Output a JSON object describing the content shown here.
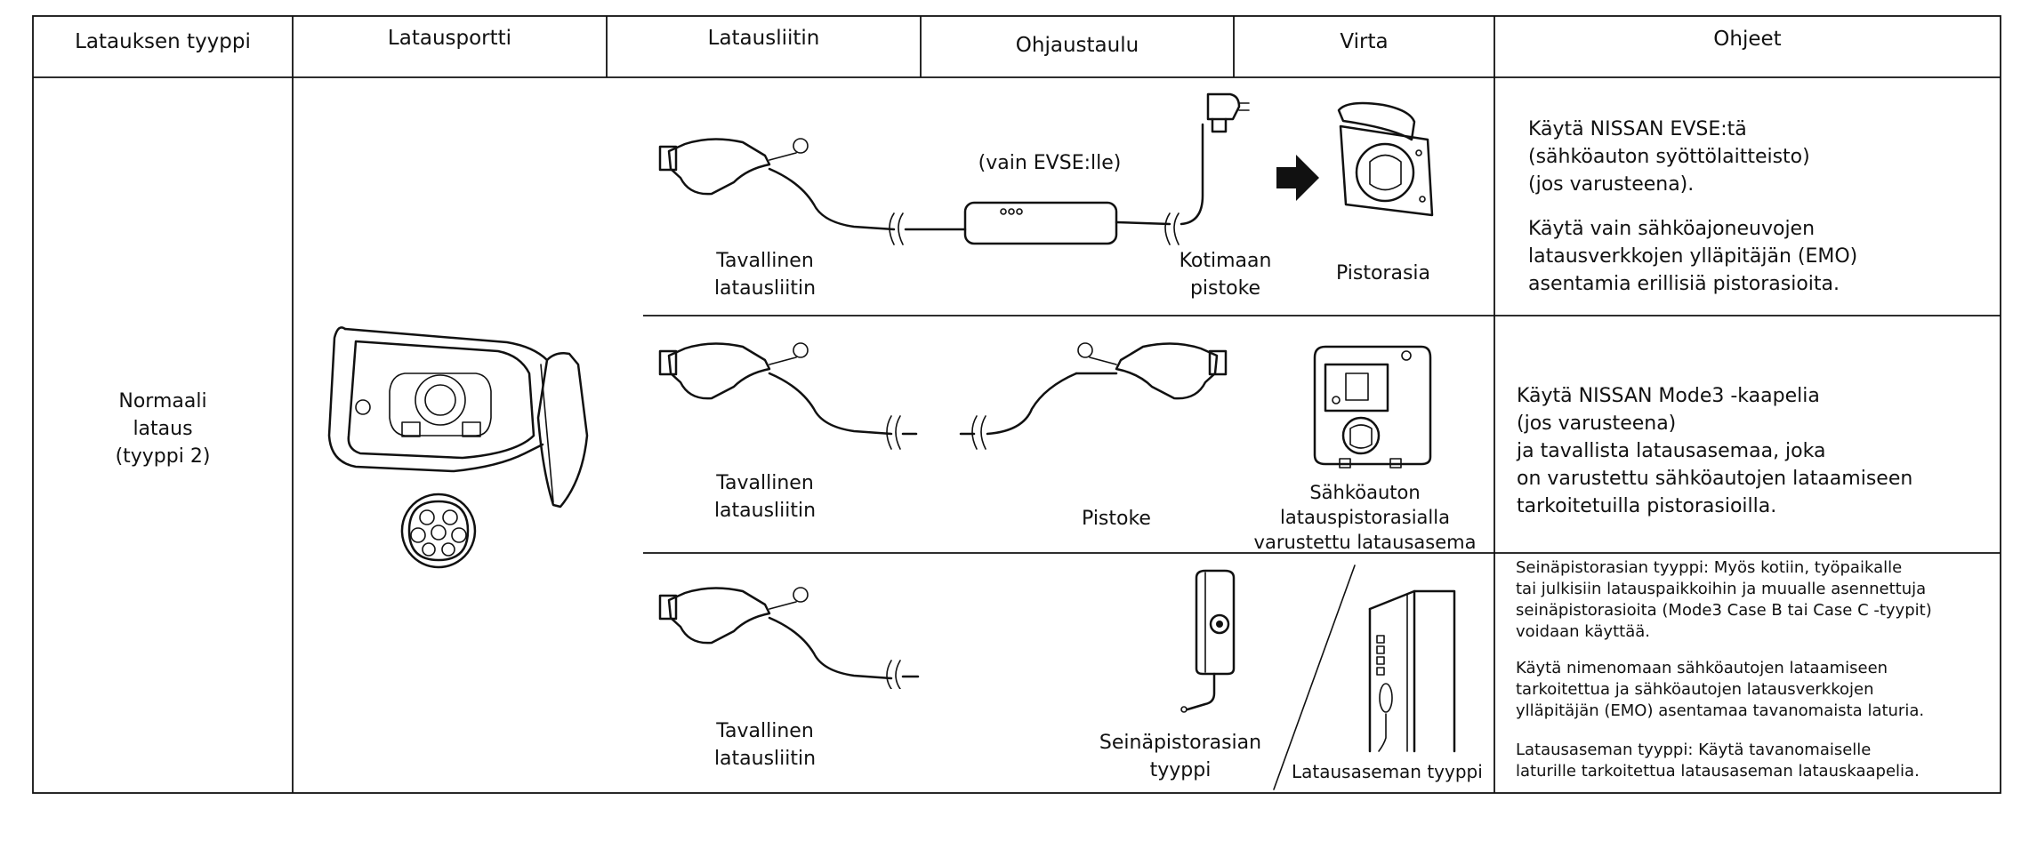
{
  "headers": {
    "type": "Latauksen tyyppi",
    "port": "Latausportti",
    "connector": "Latausliitin",
    "control_box": "Ohjaustaulu",
    "power": "Virta",
    "instructions": "Ohjeet"
  },
  "charging_type": "Normaali\nlataus\n(tyyppi 2)",
  "row1": {
    "connector_label": "Tavallinen\nlatausliitin",
    "evse_only": "(vain EVSE:lle)",
    "home_plug": "Kotimaan\npistoke",
    "socket": "Pistorasia",
    "instruction_1": "Käytä NISSAN EVSE:tä\n(sähköauton syöttölaitteisto)\n(jos varusteena).",
    "instruction_2": "Käytä vain sähköajoneuvojen\nlatausverkkojen ylläpitäjän (EMO)\nasentamia erillisiä pistorasioita."
  },
  "row2": {
    "connector_label": "Tavallinen\nlatausliitin",
    "plug": "Pistoke",
    "station": "Sähköauton\nlatauspistorasialla\nvarustettu latausasema",
    "instruction": "Käytä NISSAN Mode3 -kaapelia\n(jos varusteena)\nja tavallista latausasemaa, joka\non varustettu sähköautojen lataamiseen\ntarkoitetuilla pistorasioilla."
  },
  "row3": {
    "connector_label": "Tavallinen\nlatausliitin",
    "wall_socket": "Seinäpistorasian\ntyyppi",
    "station_type": "Latausaseman tyyppi",
    "note_1": "Seinäpistorasian tyyppi: Myös kotiin, työpaikalle\ntai julkisiin latauspaikkoihin ja muualle asennettuja\nseinäpistorasioita (Mode3 Case B tai Case C -tyypit)\nvoidaan käyttää.",
    "note_2": "Käytä nimenomaan sähköautojen lataamiseen\ntarkoitettua ja sähköautojen latausverkkojen\nylläpitäjän (EMO) asentamaa tavanomaista laturia.",
    "note_3": "Latausaseman tyyppi: Käytä tavanomaiselle\nlaturille tarkoitettua latausaseman latauskaapelia."
  },
  "icons": [
    "charge-port-icon",
    "type2-connector-icon",
    "arrow-right-icon",
    "evse-box-icon",
    "home-plug-icon",
    "wall-socket-icon",
    "charging-station-icon",
    "wallbox-icon",
    "station-pillar-icon"
  ]
}
